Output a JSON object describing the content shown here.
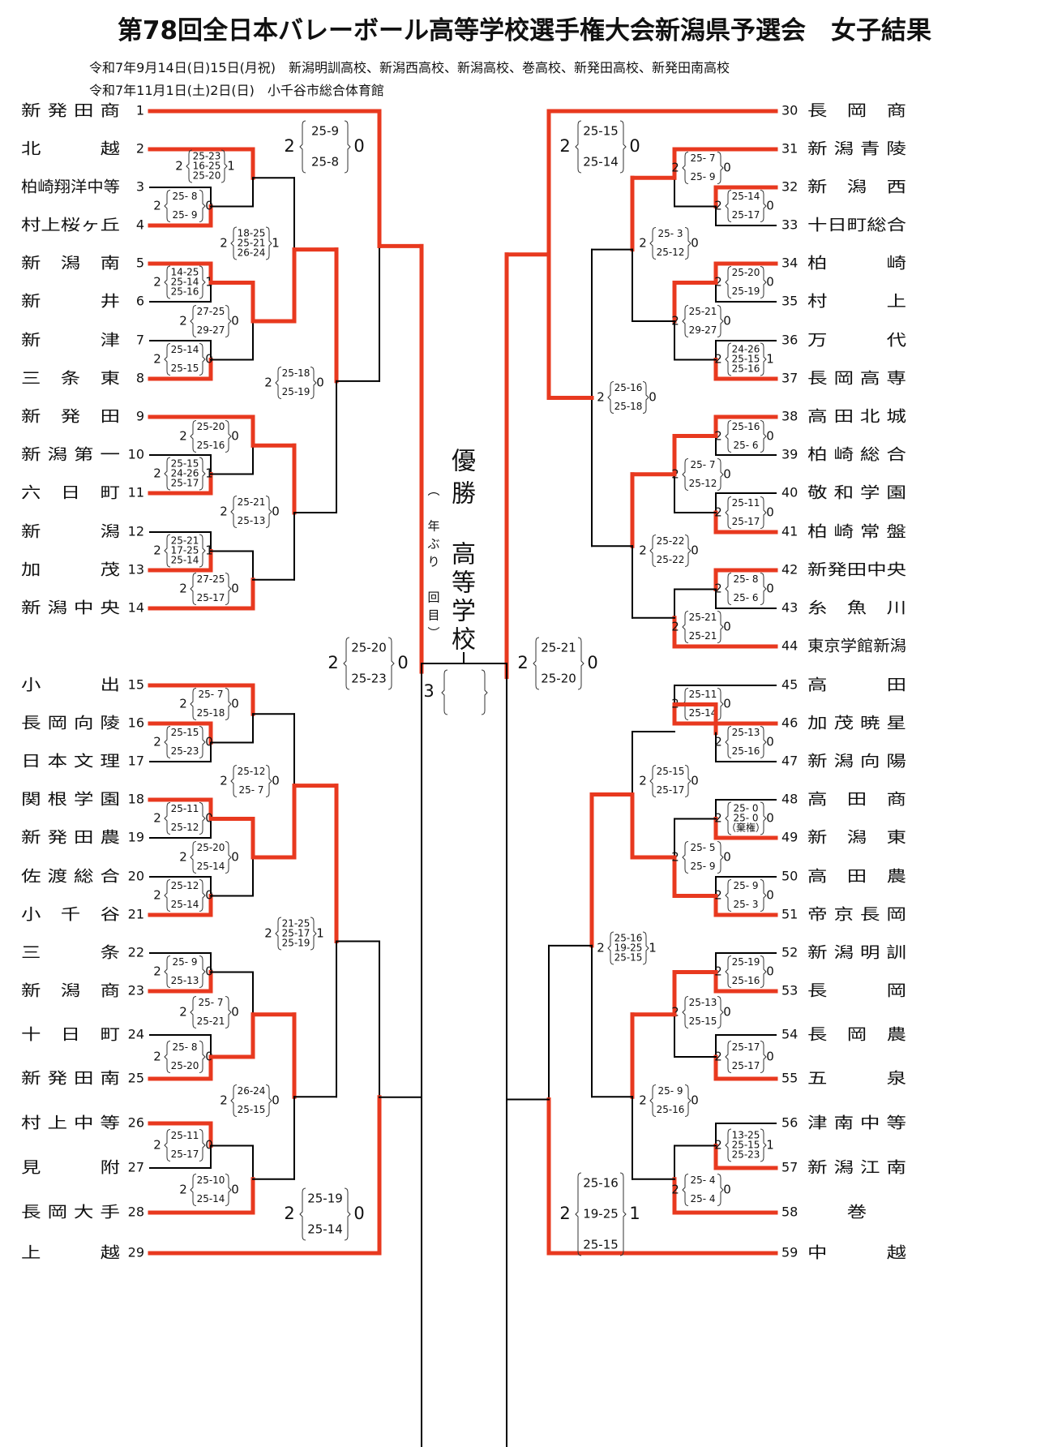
{
  "title": "第78回全日本バレーボール高等学校選手権大会新潟県予選会　女子結果",
  "schedule": [
    "令和7年9月14日(日)15日(月祝)　新潟明訓高校、新潟西高校、新潟高校、巻高校、新発田高校、新発田南高校",
    "令和7年11月1日(土)2日(日)　小千谷市総合体育館"
  ],
  "colors": {
    "winner_line": "#e8391f",
    "loser_line": "#000000"
  },
  "champion": {
    "heading": "優勝",
    "school": "高等学校",
    "note": "（　年ぶり　回目）"
  },
  "final_score": {
    "winner_sets": "3",
    "sets": []
  },
  "teams_left": [
    {
      "no": "1",
      "name": "新発田商",
      "spaced": "新 発 田 商"
    },
    {
      "no": "2",
      "name": "北越",
      "spaced": "北　　　越"
    },
    {
      "no": "3",
      "name": "柏崎翔洋中等",
      "spaced": "柏崎翔洋中等"
    },
    {
      "no": "4",
      "name": "村上桜ヶ丘",
      "spaced": "村上桜ヶ丘"
    },
    {
      "no": "5",
      "name": "新潟南",
      "spaced": "新　潟　南"
    },
    {
      "no": "6",
      "name": "新井",
      "spaced": "新　　　井"
    },
    {
      "no": "7",
      "name": "新津",
      "spaced": "新　　　津"
    },
    {
      "no": "8",
      "name": "三条東",
      "spaced": "三　条　東"
    },
    {
      "no": "9",
      "name": "新発田",
      "spaced": "新　発　田"
    },
    {
      "no": "10",
      "name": "新潟第一",
      "spaced": "新 潟 第 一"
    },
    {
      "no": "11",
      "name": "六日町",
      "spaced": "六　日　町"
    },
    {
      "no": "12",
      "name": "新潟",
      "spaced": "新　　　潟"
    },
    {
      "no": "13",
      "name": "加茂",
      "spaced": "加　　　茂"
    },
    {
      "no": "14",
      "name": "新潟中央",
      "spaced": "新 潟 中 央"
    },
    {
      "no": "15",
      "name": "小出",
      "spaced": "小　　　出"
    },
    {
      "no": "16",
      "name": "長岡向陵",
      "spaced": "長 岡 向 陵"
    },
    {
      "no": "17",
      "name": "日本文理",
      "spaced": "日 本 文 理"
    },
    {
      "no": "18",
      "name": "関根学園",
      "spaced": "関 根 学 園"
    },
    {
      "no": "19",
      "name": "新発田農",
      "spaced": "新 発 田 農"
    },
    {
      "no": "20",
      "name": "佐渡総合",
      "spaced": "佐 渡 総 合"
    },
    {
      "no": "21",
      "name": "小千谷",
      "spaced": "小　千　谷"
    },
    {
      "no": "22",
      "name": "三条",
      "spaced": "三　　　条"
    },
    {
      "no": "23",
      "name": "新潟商",
      "spaced": "新　潟　商"
    },
    {
      "no": "24",
      "name": "十日町",
      "spaced": "十　日　町"
    },
    {
      "no": "25",
      "name": "新発田南",
      "spaced": "新 発 田 南"
    },
    {
      "no": "26",
      "name": "村上中等",
      "spaced": "村 上 中 等"
    },
    {
      "no": "27",
      "name": "見附",
      "spaced": "見　　　附"
    },
    {
      "no": "28",
      "name": "長岡大手",
      "spaced": "長 岡 大 手"
    },
    {
      "no": "29",
      "name": "上越",
      "spaced": "上　　　越"
    }
  ],
  "teams_right": [
    {
      "no": "30",
      "name": "長岡商",
      "spaced": "長　岡　商"
    },
    {
      "no": "31",
      "name": "新潟青陵",
      "spaced": "新 潟 青 陵"
    },
    {
      "no": "32",
      "name": "新潟西",
      "spaced": "新　潟　西"
    },
    {
      "no": "33",
      "name": "十日町総合",
      "spaced": "十日町総合"
    },
    {
      "no": "34",
      "name": "柏崎",
      "spaced": "柏　　　崎"
    },
    {
      "no": "35",
      "name": "村上",
      "spaced": "村　　　上"
    },
    {
      "no": "36",
      "name": "万代",
      "spaced": "万　　　代"
    },
    {
      "no": "37",
      "name": "長岡高専",
      "spaced": "長 岡 高 専"
    },
    {
      "no": "38",
      "name": "高田北城",
      "spaced": "高 田 北 城"
    },
    {
      "no": "39",
      "name": "柏崎総合",
      "spaced": "柏 崎 総 合"
    },
    {
      "no": "40",
      "name": "敬和学園",
      "spaced": "敬 和 学 園"
    },
    {
      "no": "41",
      "name": "柏崎常盤",
      "spaced": "柏 崎 常 盤"
    },
    {
      "no": "42",
      "name": "新発田中央",
      "spaced": "新発田中央"
    },
    {
      "no": "43",
      "name": "糸魚川",
      "spaced": "糸　魚　川"
    },
    {
      "no": "44",
      "name": "東京学館新潟",
      "spaced": "東京学館新潟"
    },
    {
      "no": "45",
      "name": "高田",
      "spaced": "高　　　田"
    },
    {
      "no": "46",
      "name": "加茂暁星",
      "spaced": "加 茂 暁 星"
    },
    {
      "no": "47",
      "name": "新潟向陽",
      "spaced": "新 潟 向 陽"
    },
    {
      "no": "48",
      "name": "高田商",
      "spaced": "高　田　商"
    },
    {
      "no": "49",
      "name": "新潟東",
      "spaced": "新　潟　東"
    },
    {
      "no": "50",
      "name": "高田農",
      "spaced": "高　田　農"
    },
    {
      "no": "51",
      "name": "帝京長岡",
      "spaced": "帝 京 長 岡"
    },
    {
      "no": "52",
      "name": "新潟明訓",
      "spaced": "新 潟 明 訓"
    },
    {
      "no": "53",
      "name": "長岡",
      "spaced": "長　　　岡"
    },
    {
      "no": "54",
      "name": "長岡農",
      "spaced": "長　岡　農"
    },
    {
      "no": "55",
      "name": "五泉",
      "spaced": "五　　　泉"
    },
    {
      "no": "56",
      "name": "津南中等",
      "spaced": "津 南 中 等"
    },
    {
      "no": "57",
      "name": "新潟江南",
      "spaced": "新 潟 江 南"
    },
    {
      "no": "58",
      "name": "巻",
      "spaced": "　　巻　　"
    },
    {
      "no": "59",
      "name": "中越",
      "spaced": "中　　　越"
    }
  ],
  "matches": [
    {
      "id": "L-3v4",
      "teams": [
        "3",
        "4"
      ],
      "winner": "4",
      "sets": [
        "25- 8",
        "25- 9"
      ],
      "w": "2",
      "l": "0"
    },
    {
      "id": "L-2v34",
      "teams": [
        "2",
        "4"
      ],
      "winner": "2",
      "sets": [
        "25-23",
        "16-25",
        "25-20"
      ],
      "w": "2",
      "l": "1"
    },
    {
      "id": "L-5v6",
      "teams": [
        "5",
        "6"
      ],
      "winner": "5",
      "sets": [
        "14-25",
        "25-14",
        "25-16"
      ],
      "w": "2",
      "l": "1"
    },
    {
      "id": "L-7v8",
      "teams": [
        "7",
        "8"
      ],
      "winner": "8",
      "sets": [
        "25-14",
        "25-15"
      ],
      "w": "2",
      "l": "0"
    },
    {
      "id": "L-56v78",
      "teams": [
        "5",
        "8"
      ],
      "winner": "5",
      "sets": [
        "27-25",
        "29-27"
      ],
      "w": "2",
      "l": "0"
    },
    {
      "id": "L-2v5",
      "teams": [
        "2",
        "5"
      ],
      "winner": "5",
      "sets": [
        "18-25",
        "25-21",
        "26-24"
      ],
      "w": "2",
      "l": "1"
    },
    {
      "id": "L-10v11",
      "teams": [
        "10",
        "11"
      ],
      "winner": "11",
      "sets": [
        "25-15",
        "24-26",
        "25-17"
      ],
      "w": "2",
      "l": "1"
    },
    {
      "id": "L-9v11",
      "teams": [
        "9",
        "11"
      ],
      "winner": "9",
      "sets": [
        "25-20",
        "25-16"
      ],
      "w": "2",
      "l": "0"
    },
    {
      "id": "L-12v13",
      "teams": [
        "12",
        "13"
      ],
      "winner": "13",
      "sets": [
        "25-21",
        "17-25",
        "25-14"
      ],
      "w": "2",
      "l": "1"
    },
    {
      "id": "L-13v14",
      "teams": [
        "13",
        "14"
      ],
      "winner": "14",
      "sets": [
        "27-25",
        "25-17"
      ],
      "w": "2",
      "l": "0"
    },
    {
      "id": "L-9v14",
      "teams": [
        "9",
        "14"
      ],
      "winner": "9",
      "sets": [
        "25-21",
        "25-13"
      ],
      "w": "2",
      "l": "0"
    },
    {
      "id": "L-5v9",
      "teams": [
        "5",
        "9"
      ],
      "winner": "5",
      "sets": [
        "25-18",
        "25-19"
      ],
      "w": "2",
      "l": "0"
    },
    {
      "id": "L-1v5",
      "teams": [
        "1",
        "5"
      ],
      "winner": "1",
      "sets": [
        "25-9",
        "25-8"
      ],
      "w": "2",
      "l": "0"
    },
    {
      "id": "L-16v17",
      "teams": [
        "16",
        "17"
      ],
      "winner": "16",
      "sets": [
        "25-15",
        "25-23"
      ],
      "w": "2",
      "l": "0"
    },
    {
      "id": "L-15v16",
      "teams": [
        "15",
        "16"
      ],
      "winner": "15",
      "sets": [
        "25- 7",
        "25-18"
      ],
      "w": "2",
      "l": "0"
    },
    {
      "id": "L-18v19",
      "teams": [
        "18",
        "19"
      ],
      "winner": "18",
      "sets": [
        "25-11",
        "25-12"
      ],
      "w": "2",
      "l": "0"
    },
    {
      "id": "L-20v21",
      "teams": [
        "20",
        "21"
      ],
      "winner": "21",
      "sets": [
        "25-12",
        "25-14"
      ],
      "w": "2",
      "l": "0"
    },
    {
      "id": "L-18v21",
      "teams": [
        "18",
        "21"
      ],
      "winner": "18",
      "sets": [
        "25-20",
        "25-14"
      ],
      "w": "2",
      "l": "0"
    },
    {
      "id": "L-15v18",
      "teams": [
        "15",
        "18"
      ],
      "winner": "18",
      "sets": [
        "25-12",
        "25- 7"
      ],
      "w": "2",
      "l": "0"
    },
    {
      "id": "L-22v23",
      "teams": [
        "22",
        "23"
      ],
      "winner": "23",
      "sets": [
        "25- 9",
        "25-13"
      ],
      "w": "2",
      "l": "0"
    },
    {
      "id": "L-24v25",
      "teams": [
        "24",
        "25"
      ],
      "winner": "25",
      "sets": [
        "25- 8",
        "25-20"
      ],
      "w": "2",
      "l": "0"
    },
    {
      "id": "L-23v25",
      "teams": [
        "23",
        "25"
      ],
      "winner": "25",
      "sets": [
        "25- 7",
        "25-21"
      ],
      "w": "2",
      "l": "0"
    },
    {
      "id": "L-26v27",
      "teams": [
        "26",
        "27"
      ],
      "winner": "26",
      "sets": [
        "25-11",
        "25-17"
      ],
      "w": "2",
      "l": "0"
    },
    {
      "id": "L-26v28",
      "teams": [
        "26",
        "28"
      ],
      "winner": "28",
      "sets": [
        "25-10",
        "25-14"
      ],
      "w": "2",
      "l": "0"
    },
    {
      "id": "L-25v28",
      "teams": [
        "25",
        "28"
      ],
      "winner": "25",
      "sets": [
        "26-24",
        "25-15"
      ],
      "w": "2",
      "l": "0"
    },
    {
      "id": "L-18v25",
      "teams": [
        "18",
        "25"
      ],
      "winner": "18",
      "sets": [
        "21-25",
        "25-17",
        "25-19"
      ],
      "w": "2",
      "l": "1"
    },
    {
      "id": "L-18v29",
      "teams": [
        "18",
        "29"
      ],
      "winner": "29",
      "sets": [
        "25-19",
        "25-14"
      ],
      "w": "2",
      "l": "0"
    },
    {
      "id": "L-SF",
      "teams": [
        "1",
        "29"
      ],
      "winner": "1",
      "sets": [
        "25-20",
        "25-23"
      ],
      "w": "2",
      "l": "0"
    },
    {
      "id": "R-32v33",
      "teams": [
        "32",
        "33"
      ],
      "winner": "32",
      "sets": [
        "25-14",
        "25-17"
      ],
      "w": "2",
      "l": "0"
    },
    {
      "id": "R-31v32",
      "teams": [
        "31",
        "32"
      ],
      "winner": "31",
      "sets": [
        "25- 7",
        "25- 9"
      ],
      "w": "2",
      "l": "0"
    },
    {
      "id": "R-34v35",
      "teams": [
        "34",
        "35"
      ],
      "winner": "34",
      "sets": [
        "25-20",
        "25-19"
      ],
      "w": "2",
      "l": "0"
    },
    {
      "id": "R-36v37",
      "teams": [
        "36",
        "37"
      ],
      "winner": "37",
      "sets": [
        "24-26",
        "25-15",
        "25-16"
      ],
      "w": "2",
      "l": "1"
    },
    {
      "id": "R-34v37",
      "teams": [
        "34",
        "37"
      ],
      "winner": "34",
      "sets": [
        "25-21",
        "29-27"
      ],
      "w": "2",
      "l": "0"
    },
    {
      "id": "R-31v34",
      "teams": [
        "31",
        "34"
      ],
      "winner": "31",
      "sets": [
        "25- 3",
        "25-12"
      ],
      "w": "2",
      "l": "0"
    },
    {
      "id": "R-30v31",
      "teams": [
        "30",
        "31"
      ],
      "winner": "30",
      "sets": [
        "25-15",
        "25-14"
      ],
      "w": "2",
      "l": "0"
    },
    {
      "id": "R-38v39",
      "teams": [
        "38",
        "39"
      ],
      "winner": "38",
      "sets": [
        "25-16",
        "25- 6"
      ],
      "w": "2",
      "l": "0"
    },
    {
      "id": "R-40v41",
      "teams": [
        "40",
        "41"
      ],
      "winner": "41",
      "sets": [
        "25-11",
        "25-17"
      ],
      "w": "2",
      "l": "0"
    },
    {
      "id": "R-38v41",
      "teams": [
        "38",
        "41"
      ],
      "winner": "38",
      "sets": [
        "25- 7",
        "25-12"
      ],
      "w": "2",
      "l": "0"
    },
    {
      "id": "R-42v43",
      "teams": [
        "42",
        "43"
      ],
      "winner": "42",
      "sets": [
        "25- 8",
        "25- 6"
      ],
      "w": "2",
      "l": "0"
    },
    {
      "id": "R-42v44",
      "teams": [
        "42",
        "44"
      ],
      "winner": "44",
      "sets": [
        "25-21",
        "25-21"
      ],
      "w": "2",
      "l": "0"
    },
    {
      "id": "R-38v44",
      "teams": [
        "38",
        "44"
      ],
      "winner": "38",
      "sets": [
        "25-22",
        "25-22"
      ],
      "w": "2",
      "l": "0"
    },
    {
      "id": "R-31v38",
      "teams": [
        "30",
        "38"
      ],
      "winner": "30",
      "sets": [
        "25-16",
        "25-18"
      ],
      "w": "2",
      "l": "0"
    },
    {
      "id": "R-45v46",
      "teams": [
        "45",
        "46"
      ],
      "winner": "46",
      "sets": [
        "25-11",
        "25-14"
      ],
      "w": "2",
      "l": "0"
    },
    {
      "id": "R-46v47",
      "teams": [
        "46",
        "47"
      ],
      "winner": "46",
      "sets": [
        "25-13",
        "25-16"
      ],
      "w": "2",
      "l": "0"
    },
    {
      "id": "R-48v49",
      "teams": [
        "48",
        "49"
      ],
      "winner": "49",
      "sets": [
        "25- 0",
        "25- 0"
      ],
      "note": "（棄権）",
      "w": "2",
      "l": "0"
    },
    {
      "id": "R-50v51",
      "teams": [
        "50",
        "51"
      ],
      "winner": "51",
      "sets": [
        "25- 9",
        "25- 3"
      ],
      "w": "2",
      "l": "0"
    },
    {
      "id": "R-49v51",
      "teams": [
        "49",
        "51"
      ],
      "winner": "51",
      "sets": [
        "25- 5",
        "25- 9"
      ],
      "w": "2",
      "l": "0"
    },
    {
      "id": "R-46v51",
      "teams": [
        "46",
        "51"
      ],
      "winner": "51",
      "sets": [
        "25-15",
        "25-17"
      ],
      "w": "2",
      "l": "0"
    },
    {
      "id": "R-52v53",
      "teams": [
        "52",
        "53"
      ],
      "winner": "53",
      "sets": [
        "25-19",
        "25-16"
      ],
      "w": "2",
      "l": "0"
    },
    {
      "id": "R-54v55",
      "teams": [
        "54",
        "55"
      ],
      "winner": "55",
      "sets": [
        "25-17",
        "25-17"
      ],
      "w": "2",
      "l": "0"
    },
    {
      "id": "R-53v55",
      "teams": [
        "53",
        "55"
      ],
      "winner": "53",
      "sets": [
        "25-13",
        "25-15"
      ],
      "w": "2",
      "l": "0"
    },
    {
      "id": "R-56v57",
      "teams": [
        "56",
        "57"
      ],
      "winner": "57",
      "sets": [
        "13-25",
        "25-15",
        "25-23"
      ],
      "w": "2",
      "l": "1"
    },
    {
      "id": "R-57v58",
      "teams": [
        "57",
        "58"
      ],
      "winner": "58",
      "sets": [
        "25- 4",
        "25- 4"
      ],
      "w": "2",
      "l": "0"
    },
    {
      "id": "R-53v58",
      "teams": [
        "53",
        "58"
      ],
      "winner": "53",
      "sets": [
        "25- 9",
        "25-16"
      ],
      "w": "2",
      "l": "0"
    },
    {
      "id": "R-51v53",
      "teams": [
        "51",
        "53"
      ],
      "winner": "51",
      "sets": [
        "25-16",
        "19-25",
        "25-15"
      ],
      "w": "2",
      "l": "1"
    },
    {
      "id": "R-51v59",
      "teams": [
        "51",
        "59"
      ],
      "winner": "59",
      "sets": [
        "25-16",
        "19-25",
        "25-15"
      ],
      "w": "2",
      "l": "1"
    },
    {
      "id": "R-SF",
      "teams": [
        "30",
        "59"
      ],
      "winner": "30",
      "sets": [
        "25-21",
        "25-20"
      ],
      "w": "2",
      "l": "0"
    }
  ]
}
